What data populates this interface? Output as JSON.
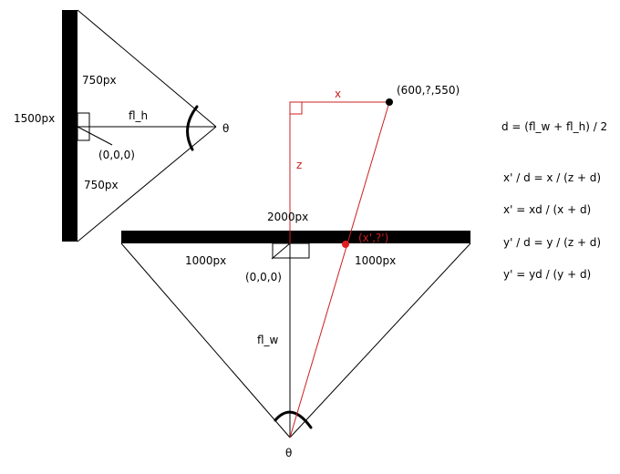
{
  "colors": {
    "line": "#000000",
    "accent_red": "#cc1f1f",
    "background": "#ffffff"
  },
  "side_view": {
    "height_label": "1500px",
    "upper_half_label": "750px",
    "lower_half_label": "750px",
    "focal_label": "fl_h",
    "origin_label": "(0,0,0)",
    "angle_label": "θ"
  },
  "top_view": {
    "width_label": "2000px",
    "left_half_label": "1000px",
    "right_half_label": "1000px",
    "origin_label": "(0,0,0)",
    "focal_label": "fl_w",
    "angle_label": "θ",
    "point_label": "(600,?,550)",
    "projected_label": "(x',?')",
    "x_label": "x",
    "z_label": "z"
  },
  "equations": [
    "d = (fl_w + fl_h) / 2",
    "x' / d = x / (z + d)",
    "x' = xd / (x + d)",
    "y' / d = y / (z + d)",
    "y' = yd / (y + d)"
  ]
}
